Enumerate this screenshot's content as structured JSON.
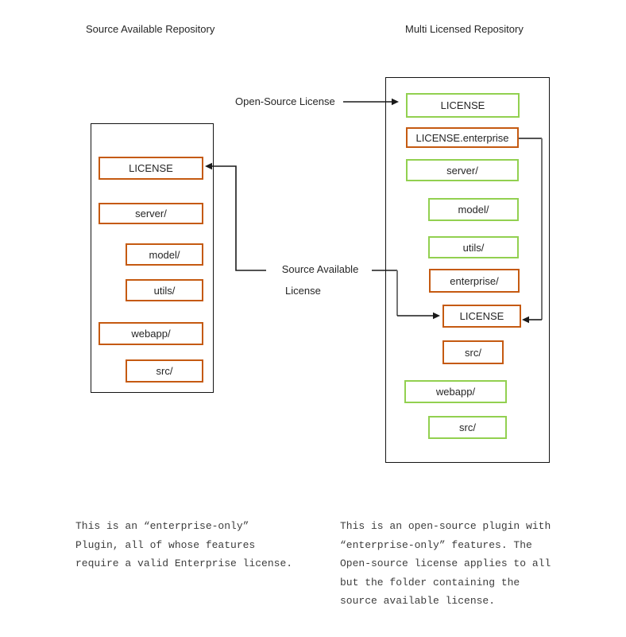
{
  "diagram": {
    "left_repo": {
      "title": "Source Available Repository",
      "items": [
        {
          "label": "LICENSE",
          "color": "orange",
          "indent": 0
        },
        {
          "label": "server/",
          "color": "orange",
          "indent": 0
        },
        {
          "label": "model/",
          "color": "orange",
          "indent": 1
        },
        {
          "label": "utils/",
          "color": "orange",
          "indent": 1
        },
        {
          "label": "webapp/",
          "color": "orange",
          "indent": 0
        },
        {
          "label": "src/",
          "color": "orange",
          "indent": 1
        }
      ],
      "note": "This is an “enter­prise-only”\nPlugin, all of whose features\nrequire a valid Enterprise license."
    },
    "right_repo": {
      "title": "Multi Licensed Repository",
      "items": [
        {
          "label": "LICENSE",
          "color": "green",
          "indent": 0
        },
        {
          "label": "LICENSE.enterprise",
          "color": "orange",
          "indent": 0
        },
        {
          "label": "server/",
          "color": "green",
          "indent": 0
        },
        {
          "label": "model/",
          "color": "green",
          "indent": 1
        },
        {
          "label": "utils/",
          "color": "green",
          "indent": 1
        },
        {
          "label": "enterprise/",
          "color": "orange",
          "indent": 1
        },
        {
          "label": "LICENSE",
          "color": "orange",
          "indent": 2
        },
        {
          "label": "src/",
          "color": "orange",
          "indent": 2
        },
        {
          "label": "webapp/",
          "color": "green",
          "indent": 0
        },
        {
          "label": "src/",
          "color": "green",
          "indent": 1
        }
      ],
      "note": "This is an open-source plugin with\n“enter­prise-only” features. The\nOpen-source license applies to all\nbut the folder containing the\nsource available license."
    },
    "connectors": {
      "open_source_license_label": "Open-Source License",
      "source_available_label_line1": "Source Available",
      "source_available_label_line2": "License"
    },
    "colors": {
      "orange-border": "#C55A11",
      "green-border": "#92D050",
      "connector": "#1a1a1a",
      "connector-grey": "#757575",
      "text": "#262626",
      "note-text": "#3d3d3d"
    }
  }
}
